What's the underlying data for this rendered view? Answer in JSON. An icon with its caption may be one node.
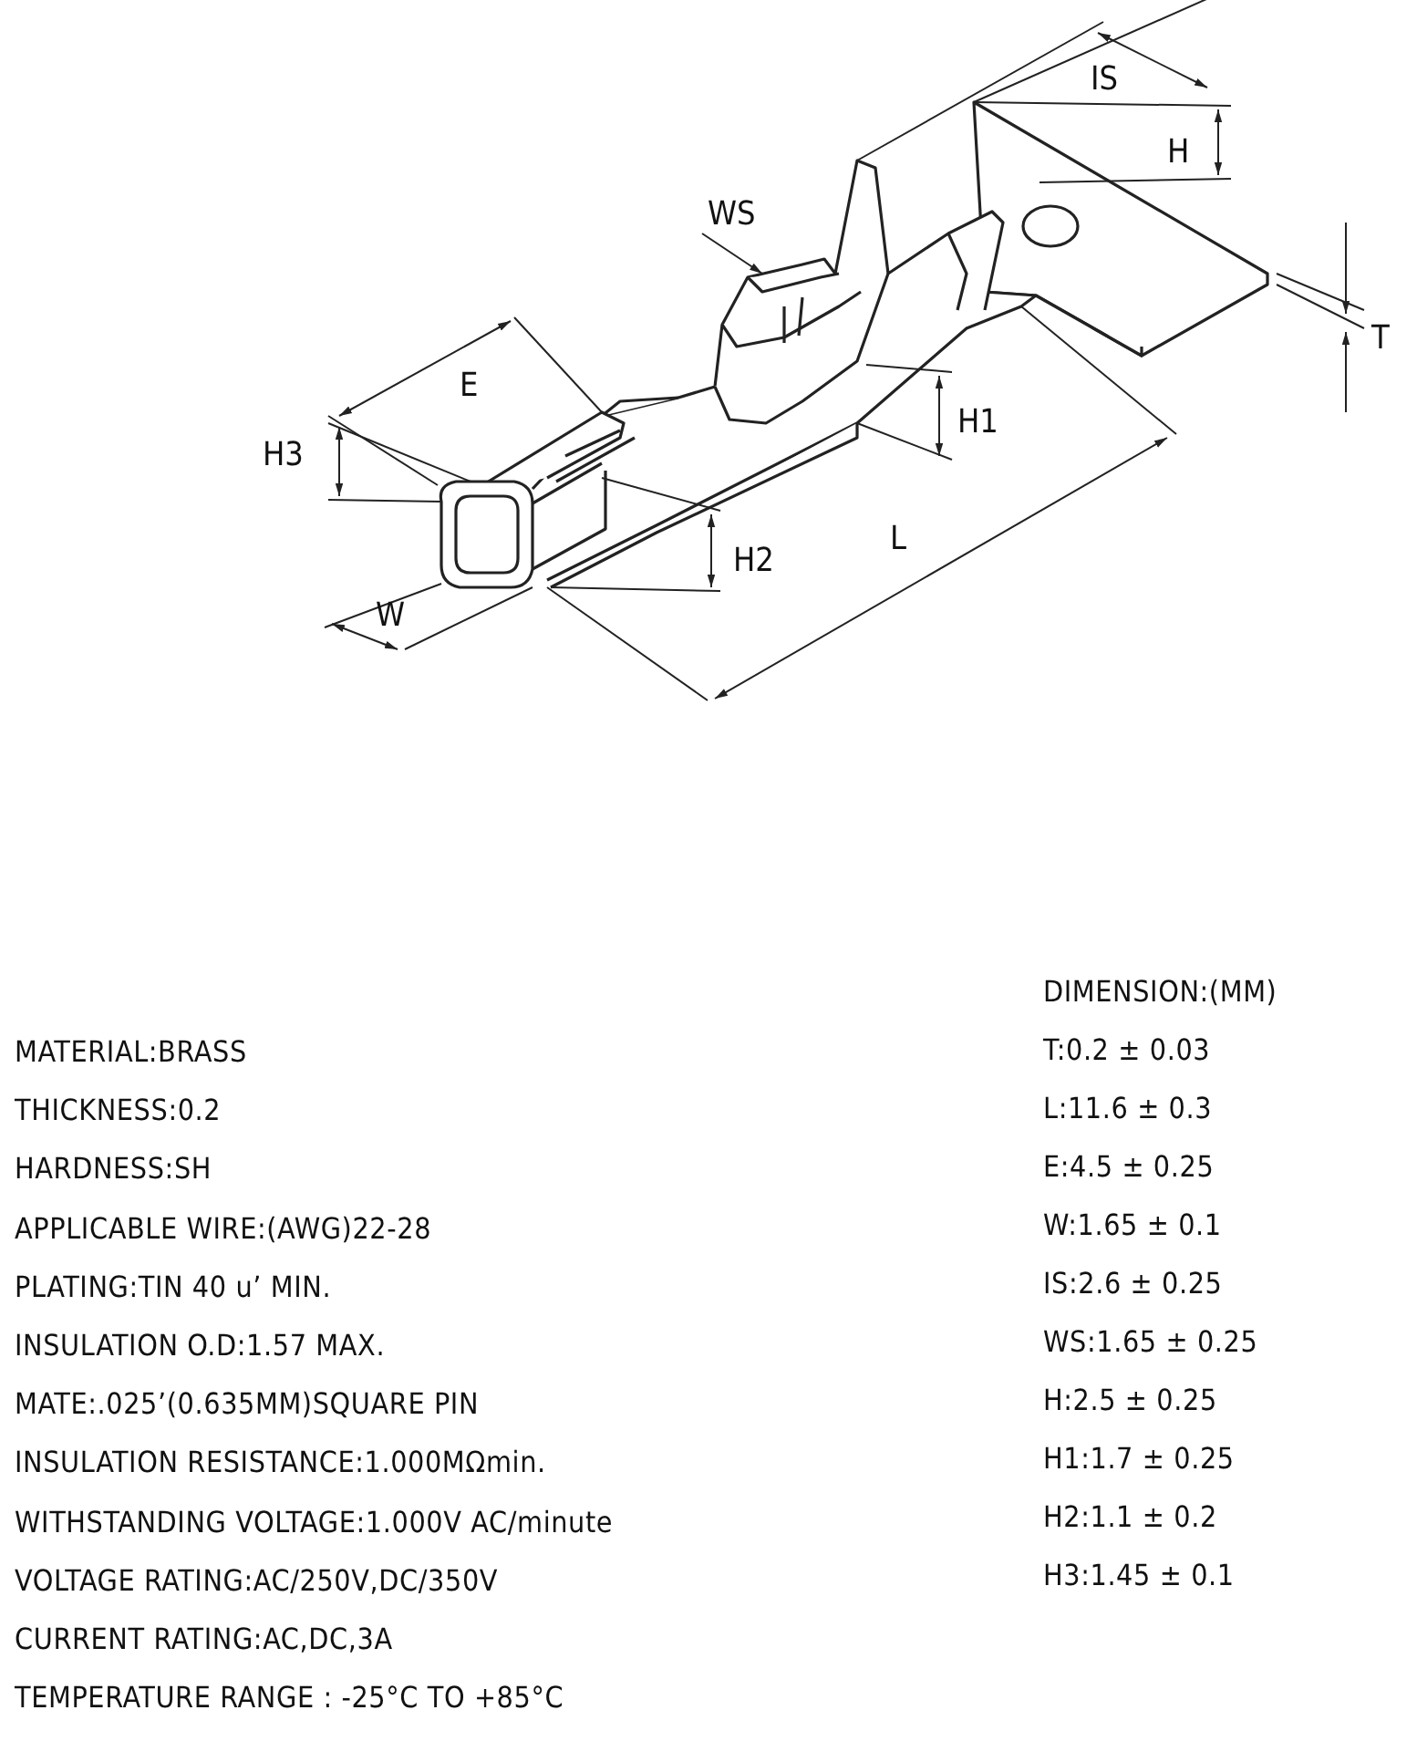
{
  "diagram": {
    "labels": [
      "IS",
      "H",
      "WS",
      "T",
      "E",
      "H1",
      "H3",
      "L",
      "H2",
      "W",
      "MATERIAL:BRASS",
      "THICKNESS:0.2",
      "HARDNESS:SH",
      "APPLICABLE WIRE:(AWG)22-28",
      "PLATING:TIN 40 u’ MIN.",
      "INSULATION O.D:1.57 MAX.",
      "MATE:.025’(0.635MM)SQUARE PIN",
      "INSULATION RESISTANCE:1.000MΩmin.",
      "WITHSTANDING VOLTAGE:1.000V AC/minute",
      "VOLTAGE RATING:AC/250V,DC/350V",
      "CURRENT RATING:AC,DC,3A",
      "TEMPERATURE RANGE : -25°C TO +85°C",
      "DIMENSION:(MM)",
      "T:0.2 ± 0.03",
      "L:11.6 ± 0.3",
      "E:4.5 ± 0.25",
      "W:1.65 ± 0.1",
      "IS:2.6 ± 0.25",
      "WS:1.65 ± 0.25",
      "H:2.5 ± 0.25",
      "H1:1.7 ± 0.25",
      "H2:1.1 ± 0.2",
      "H3:1.45 ± 0.1"
    ]
  }
}
